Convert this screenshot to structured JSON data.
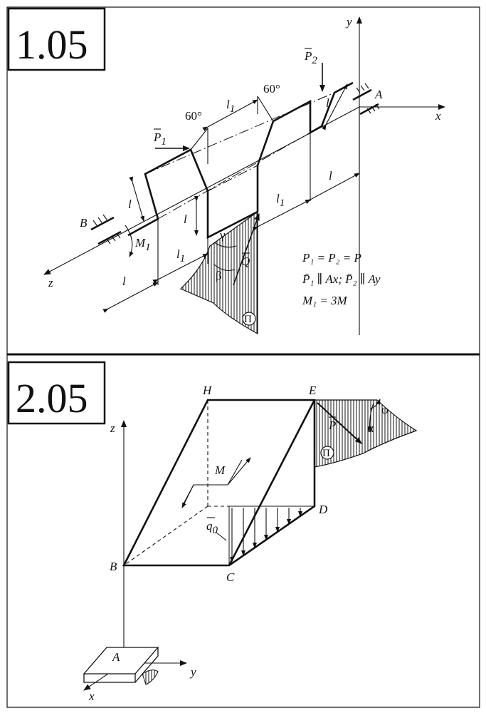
{
  "problem1": {
    "number": "1.05",
    "axis_x": "x",
    "axis_y": "y",
    "axis_z": "z",
    "point_A": "A",
    "point_B": "B",
    "force_P1": "P",
    "force_P1_sub": "1",
    "force_P2": "P",
    "force_P2_sub": "2",
    "force_Q": "Q",
    "moment_M1": "M",
    "moment_M1_sub": "1",
    "angle_60_left": "60°",
    "angle_60_right": "60°",
    "angle_gamma": "γ",
    "angle_beta": "β",
    "pi_label": "Π",
    "len_l": "l",
    "len_l1": "l",
    "len_l1_sub": "1",
    "eq1": "P₁ = P₂ = P",
    "eq2": "P̄₁ ∥ Ax;  P̄₂ ∥ Ay",
    "eq3": "M₁ = 3M"
  },
  "problem2": {
    "number": "2.05",
    "point_H": "H",
    "point_E": "E",
    "point_D": "D",
    "point_C": "C",
    "point_B": "B",
    "point_A": "A",
    "axis_x": "x",
    "axis_y": "y",
    "axis_z": "z",
    "force_P": "P",
    "moment_M": "M",
    "load_q": "q",
    "load_q_sub": "0",
    "angle_phi": "φ",
    "angle_alpha": "α",
    "pi_label": "Π"
  }
}
